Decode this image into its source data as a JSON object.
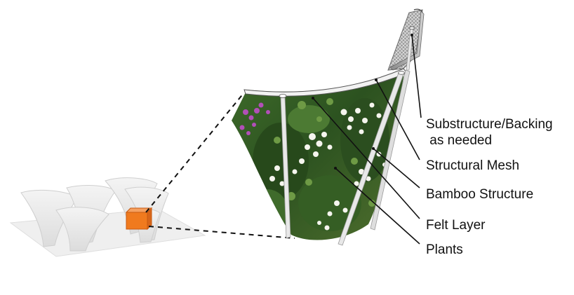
{
  "diagram": {
    "callouts": [
      {
        "id": "substructure",
        "lines": [
          "Substructure/Backing",
          " as needed"
        ]
      },
      {
        "id": "structural-mesh",
        "lines": [
          "Structural Mesh"
        ]
      },
      {
        "id": "bamboo-structure",
        "lines": [
          "Bamboo Structure"
        ]
      },
      {
        "id": "felt-layer",
        "lines": [
          "Felt Layer"
        ]
      },
      {
        "id": "plants",
        "lines": [
          "Plants"
        ]
      }
    ],
    "colors": {
      "highlight_cube": "#f07a1e",
      "model_surface": "#ececec",
      "leader_line": "#111111",
      "foliage_dark": "#2f5a22",
      "flowers_white": "#f5f5ee",
      "flowers_purple": "#b24fb8"
    }
  }
}
